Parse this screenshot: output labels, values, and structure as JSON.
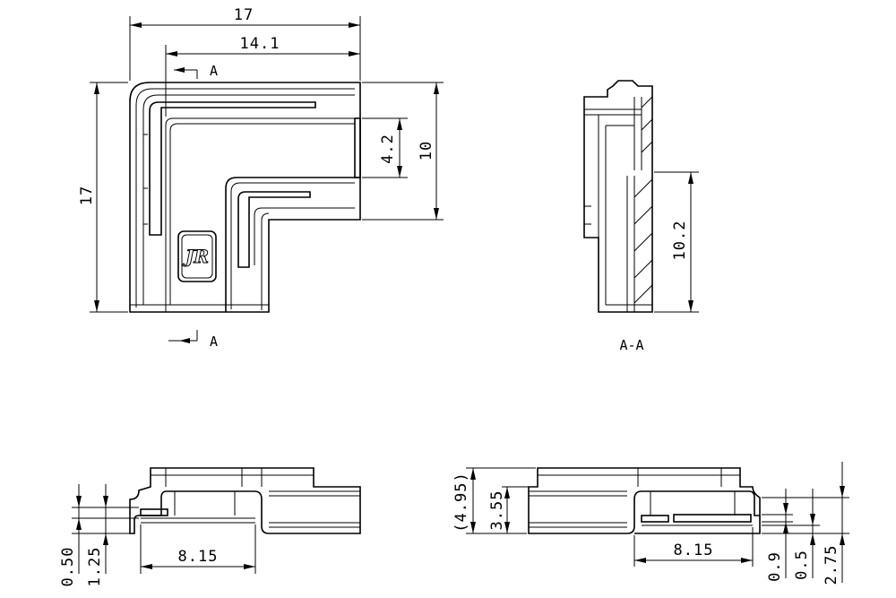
{
  "top_view": {
    "dim_overall_width": "17",
    "dim_inner_width": "14.1",
    "dim_overall_height": "17",
    "dim_slot_height": "4.2",
    "dim_leg_height": "10",
    "section_marker_top": "A",
    "section_marker_bottom": "A",
    "logo_text": "JR"
  },
  "section_view": {
    "dim_height": "10.2",
    "caption": "A-A"
  },
  "bottom_left_view": {
    "dim_a": "0.50",
    "dim_b": "1.25",
    "dim_width": "8.15"
  },
  "bottom_right_view": {
    "dim_ref": "(4.95)",
    "dim_inner": "3.55",
    "dim_width": "8.15",
    "dim_c": "0.9",
    "dim_d": "0.5",
    "dim_e": "2.75"
  }
}
